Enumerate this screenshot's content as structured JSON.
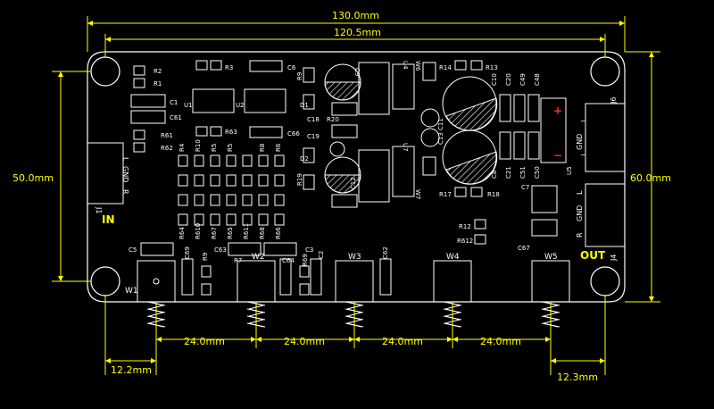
{
  "colors": {
    "background": "#000000",
    "outline": "#ffffff",
    "dimension": "#ffff00",
    "plus": "#ff2a2a"
  },
  "dimensions": {
    "overall_width": "130.0mm",
    "hole_spacing_x": "120.5mm",
    "height_left": "50.0mm",
    "height_right": "60.0mm",
    "pot_spacing": [
      "24.0mm",
      "24.0mm",
      "24.0mm",
      "24.0mm"
    ],
    "left_offset": "12.2mm",
    "right_offset": "12.3mm"
  },
  "board_labels": {
    "input": "IN",
    "output": "OUT",
    "pots": [
      "W1",
      "W2",
      "W3",
      "W4",
      "W5"
    ],
    "jack_in": "J1",
    "jack_out": "J4",
    "jack_power": "J6",
    "in_pins": [
      "L",
      "GND",
      "R"
    ],
    "out_pins": [
      "L",
      "GND",
      "R"
    ],
    "power_pins": [
      "GND"
    ],
    "plus": "+",
    "minus": "−"
  },
  "silkscreen": {
    "top_left": [
      "R2",
      "R1",
      "C1",
      "C61",
      "R61",
      "R62",
      "U1",
      "R3",
      "U2",
      "R63",
      "C6",
      "C66"
    ],
    "resistor_row_top": [
      "R4",
      "R10",
      "R5",
      "R5",
      "R8",
      "R6"
    ],
    "resistor_row_bottom": [
      "R64",
      "R610",
      "R67",
      "R65",
      "R611",
      "R68",
      "R66"
    ],
    "regulator": [
      "D1",
      "D2",
      "R9",
      "R19",
      "C18",
      "R20",
      "C19",
      "C9",
      "C12",
      "U4",
      "U7",
      "W6",
      "W7"
    ],
    "right_area": [
      "R14",
      "R13",
      "C10",
      "C20",
      "C49",
      "C48",
      "C11",
      "C13",
      "C21",
      "C51",
      "C50",
      "C8",
      "U5",
      "R17",
      "R18",
      "C7",
      "R12",
      "R612",
      "C67"
    ],
    "bottom_row": [
      "C5",
      "C69",
      "R9",
      "R7",
      "C63",
      "C64",
      "C3",
      "C2",
      "C62",
      "R69"
    ]
  }
}
